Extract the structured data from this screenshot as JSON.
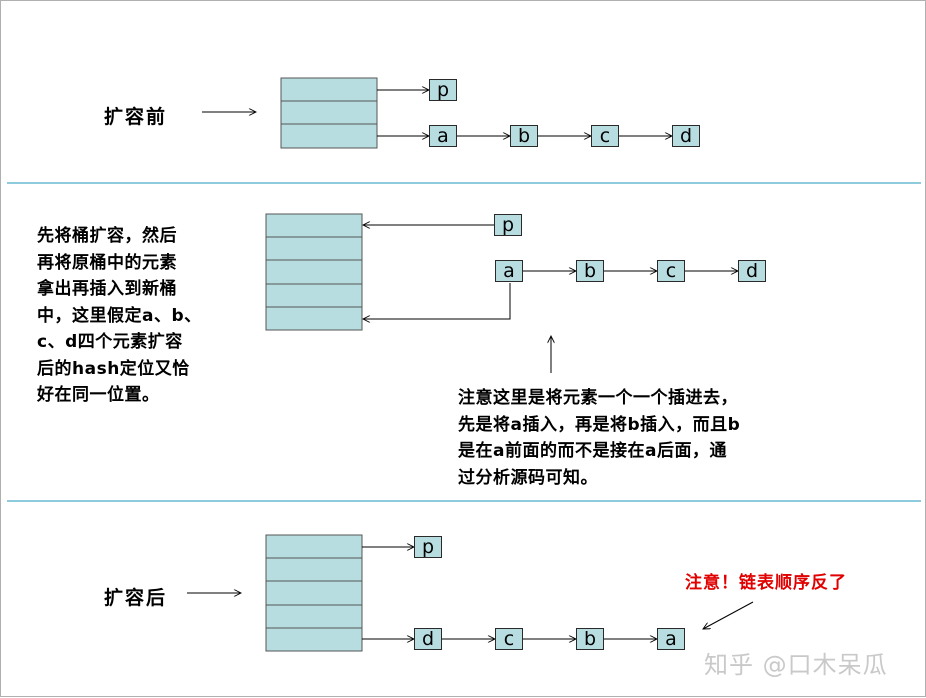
{
  "section_before": {
    "label": "扩容前",
    "nodes": [
      "p",
      "a",
      "b",
      "c",
      "d"
    ]
  },
  "section_middle": {
    "description_lines": [
      "先将桶扩容，然后",
      "再将原桶中的元素",
      "拿出再插入到新桶",
      "中，这里假定a、b、",
      "c、d四个元素扩容",
      "后的hash定位又恰",
      "好在同一位置。"
    ],
    "nodes": [
      "p",
      "a",
      "b",
      "c",
      "d"
    ],
    "note_lines": [
      "注意这里是将元素一个一个插进去，",
      "先是将a插入，再是将b插入，而且b",
      "是在a前面的而不是接在a后面，通",
      "过分析源码可知。"
    ]
  },
  "section_after": {
    "label": "扩容后",
    "nodes": [
      "p",
      "d",
      "c",
      "b",
      "a"
    ],
    "warning": "注意！链表顺序反了"
  },
  "watermark": "知乎 @口木呆瓜",
  "colors": {
    "bucket_fill": "#b7dde1",
    "divider": "#4bacc6",
    "warning": "#e00000"
  }
}
